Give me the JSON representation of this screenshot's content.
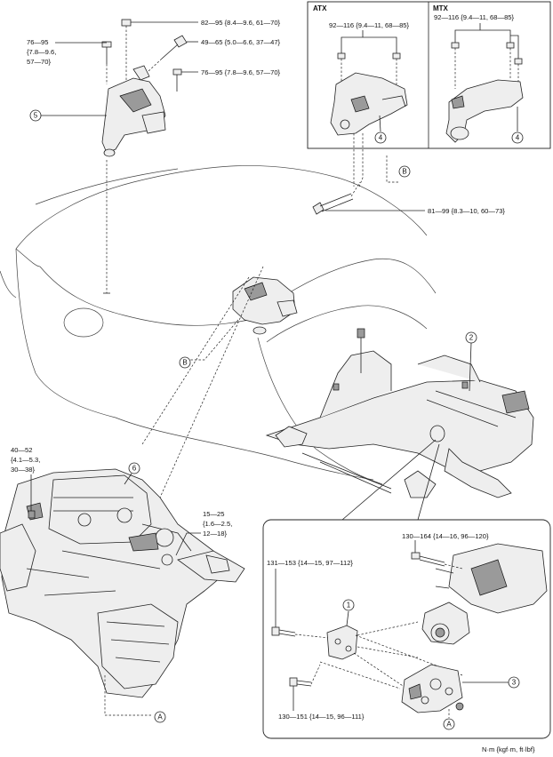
{
  "torque_labels": {
    "t82_95": "82—95 {8.4—9.6, 61—70}",
    "t49_65": "49—65 {5.0—6.6, 37—47}",
    "t76_95_right": "76—95 {7.8—9.6, 57—70}",
    "t76_95_left_l1": "76—95",
    "t76_95_left_l2": "{7.8—9.6,",
    "t76_95_left_l3": "57—70}",
    "t81_99": "81—99 {8.3—10, 60—73}",
    "t40_52_l1": "40—52",
    "t40_52_l2": "{4.1—5.3,",
    "t40_52_l3": "30—38}",
    "t15_25_l1": "15—25",
    "t15_25_l2": "{1.6—2.5,",
    "t15_25_l3": "12—18}",
    "t130_164": "130—164 {14—16, 96—120}",
    "t131_153": "131—153 {14—15, 97—112}",
    "t130_151": "130—151 {14—15, 96—111}"
  },
  "inset_top": {
    "atx_label": "ATX",
    "mtx_label": "MTX",
    "atx_torque": "92—116 {9.4—11, 68—85}",
    "mtx_torque": "92—116 {9.4—11, 68—85}"
  },
  "callouts": {
    "c1": "1",
    "c2": "2",
    "c3": "3",
    "c4_atx": "4",
    "c4_mtx": "4",
    "c5": "5",
    "c6": "6",
    "ref_a_bottom": "A",
    "ref_a_inset": "A",
    "ref_b_top": "B",
    "ref_b_mid": "B"
  },
  "units_note": "N·m {kgf·m, ft·lbf}"
}
